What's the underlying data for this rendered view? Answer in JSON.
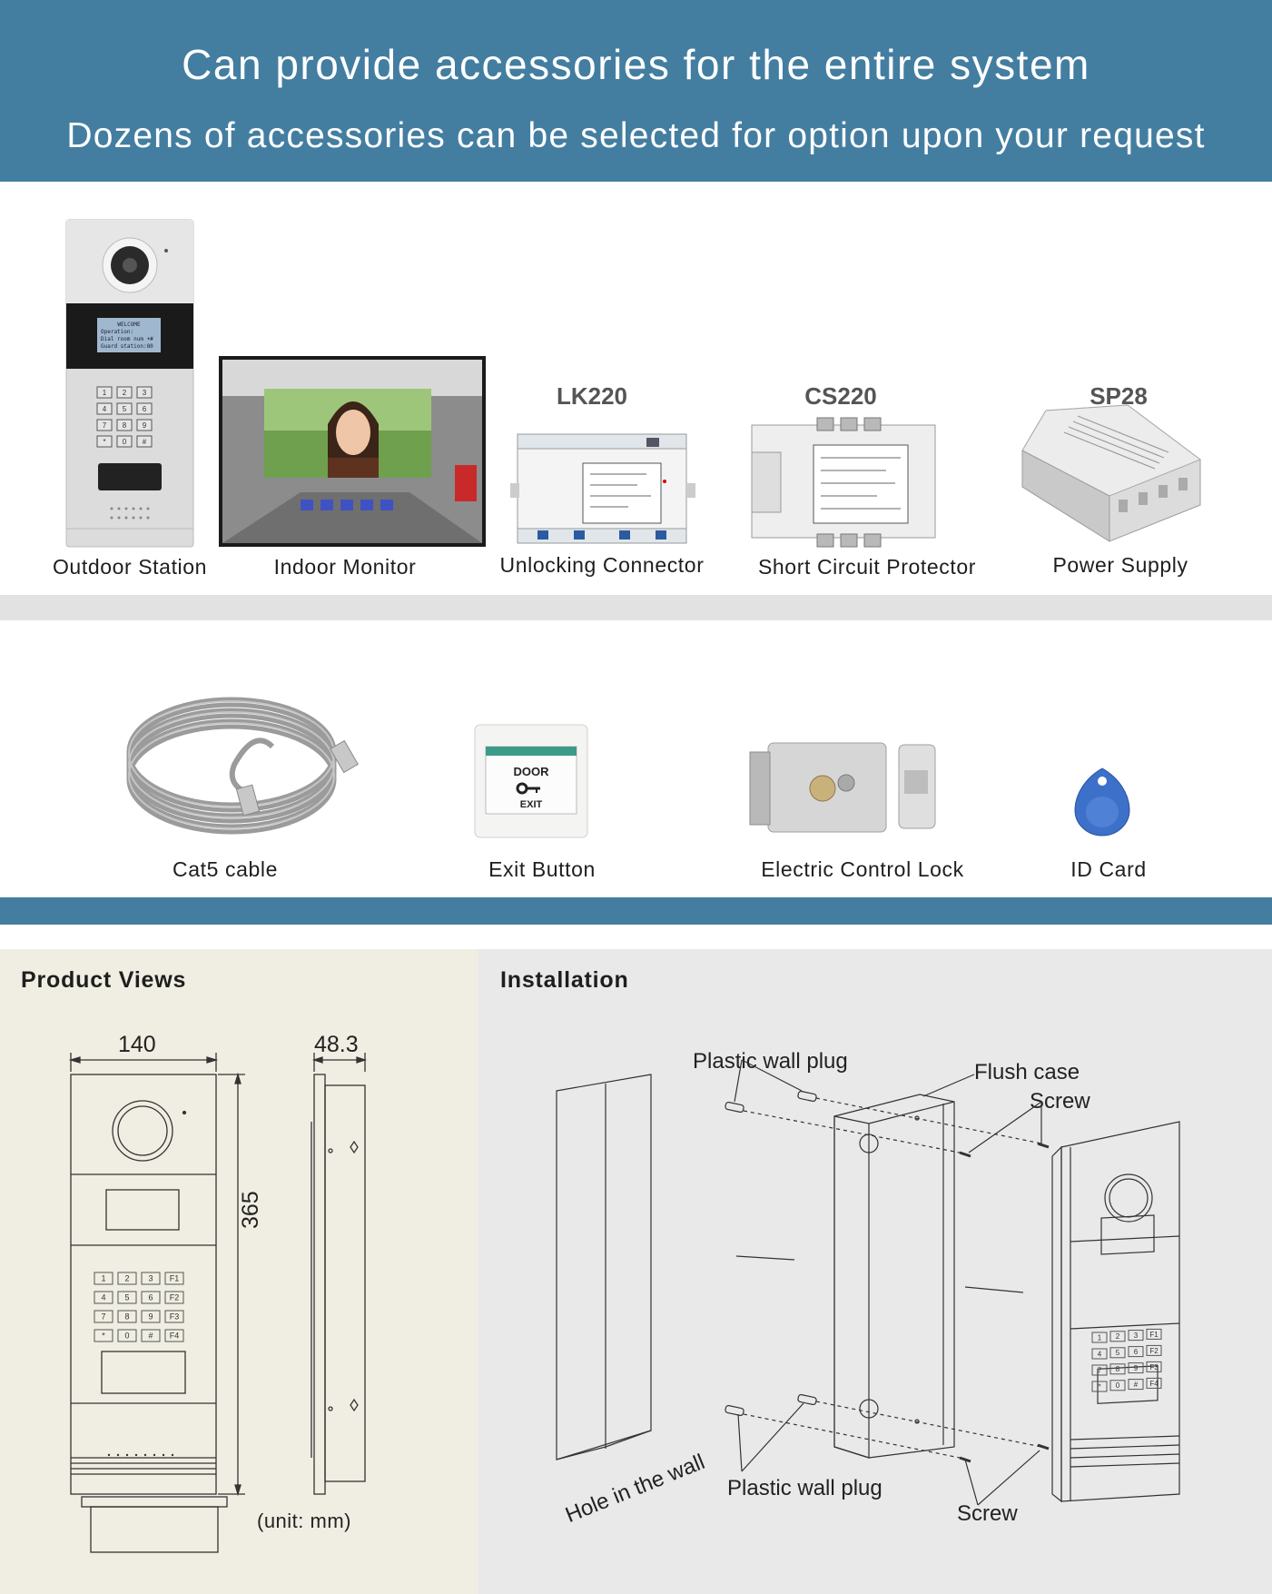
{
  "banner": {
    "title": "Can provide accessories for the entire system",
    "subtitle": "Dozens of accessories can be selected for option upon your request"
  },
  "products_row1": [
    {
      "label": "Outdoor Station",
      "model": ""
    },
    {
      "label": "Indoor Monitor",
      "model": ""
    },
    {
      "label": "Unlocking Connector",
      "model": "LK220"
    },
    {
      "label": "Short Circuit Protector",
      "model": "CS220"
    },
    {
      "label": "Power Supply",
      "model": "SP28"
    }
  ],
  "products_row2": [
    {
      "label": "Cat5 cable"
    },
    {
      "label": "Exit Button"
    },
    {
      "label": "Electric Control Lock"
    },
    {
      "label": "ID Card"
    }
  ],
  "outdoor_station_screen": [
    "WELCOME",
    "Operation:",
    "Dial room num +#",
    "Guard station:80"
  ],
  "exit_button": {
    "line1": "DOOR",
    "line2": "EXIT"
  },
  "product_views": {
    "title": "Product Views",
    "width": "140",
    "depth": "48.3",
    "height": "365",
    "unit": "(unit:  mm)"
  },
  "installation": {
    "title": "Installation",
    "plug_top": "Plastic wall plug",
    "flush_case": "Flush case",
    "screw_top": "Screw",
    "hole": "Hole in the wall",
    "plug_bottom": "Plastic wall plug",
    "screw_bottom": "Screw"
  },
  "keypad_keys": [
    "1",
    "2",
    "3",
    "F1",
    "4",
    "5",
    "6",
    "F2",
    "7",
    "8",
    "9",
    "F3",
    "*",
    "0",
    "#",
    "F4"
  ],
  "colors": {
    "banner": "#437ea1",
    "separator_gray": "#e2e2e2",
    "product_views_bg": "#f0eee2",
    "installation_bg": "#e9e9e9"
  }
}
